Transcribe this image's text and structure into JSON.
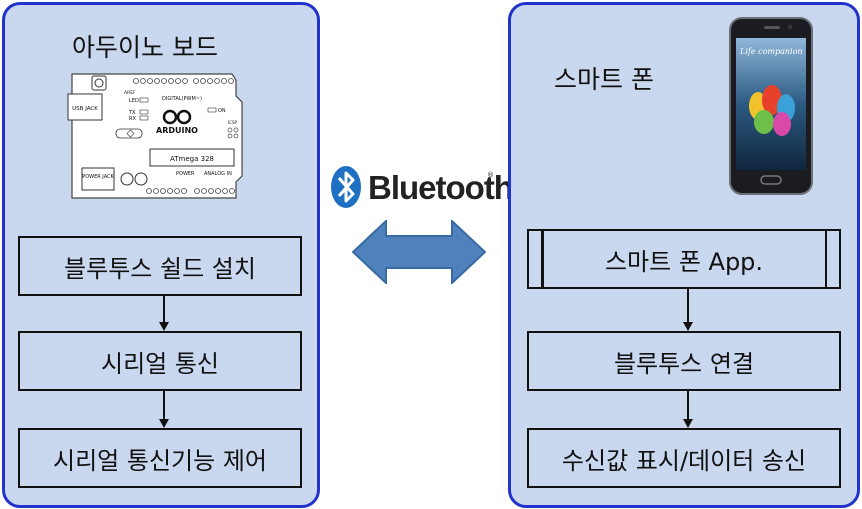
{
  "left": {
    "title": "아두이노 보드",
    "boxes": [
      "블루투스 쉴드 설치",
      "시리얼 통신",
      "시리얼 통신기능 제어"
    ],
    "board": {
      "usb_jack": "USB JACK",
      "power_jack": "POWER JACK",
      "led": "LED",
      "tx": "TX",
      "rx": "RX",
      "on": "ON",
      "digital": "DIGITAL(PWM~)",
      "arduino": "ARDUINO",
      "chip": "ATmega 328",
      "power": "POWER",
      "analog_in": "ANALOG IN",
      "aref": "AREF",
      "icsp": "ICSP"
    }
  },
  "right": {
    "title": "스마트 폰",
    "boxes": [
      "스마트 폰 App.",
      "블루투스 연결",
      "수신값 표시/데이터 송신"
    ],
    "phone_screen_text": "Life companion"
  },
  "center": {
    "bluetooth_label": "Bluetooth",
    "registered": "®"
  },
  "colors": {
    "panel_fill": "#c9d8ee",
    "panel_border": "#2233cc",
    "arrow_fill": "#4f81bd",
    "bluetooth_blue": "#1f6fc2"
  }
}
